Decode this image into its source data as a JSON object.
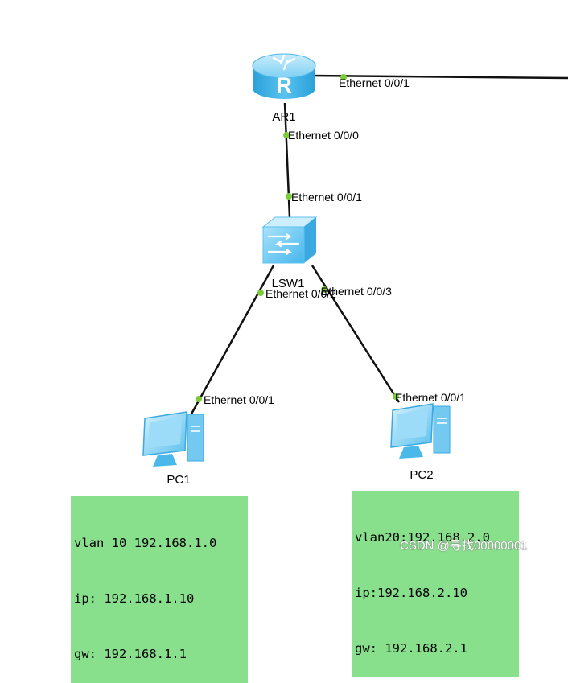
{
  "devices": {
    "router": {
      "name": "AR1",
      "icon": "router-icon"
    },
    "switch": {
      "name": "LSW1",
      "icon": "switch-icon"
    },
    "pc1": {
      "name": "PC1",
      "icon": "pc-icon"
    },
    "pc2": {
      "name": "PC2",
      "icon": "pc-icon"
    }
  },
  "ports": {
    "ar1_uplink": "Ethernet 0/0/1",
    "ar1_down": "Ethernet 0/0/0",
    "lsw1_up": "Ethernet 0/0/1",
    "lsw1_pc1": "Ethernet 0/0/2",
    "lsw1_pc2": "Ethernet 0/0/3",
    "pc1_port": "Ethernet 0/0/1",
    "pc2_port": "Ethernet 0/0/1"
  },
  "notes": {
    "pc1": [
      "vlan 10 192.168.1.0",
      "ip: 192.168.1.10",
      "gw: 192.168.1.1"
    ],
    "pc2": [
      "vlan20:192.168.2.0",
      "ip:192.168.2.10",
      "gw: 192.168.2.1"
    ]
  },
  "watermark": "CSDN @寻找00000001",
  "colors": {
    "link": "#111111",
    "port_dot": "#7ccc38",
    "note_bg": "#88e08c",
    "device_blue": "#3fb3ea"
  }
}
